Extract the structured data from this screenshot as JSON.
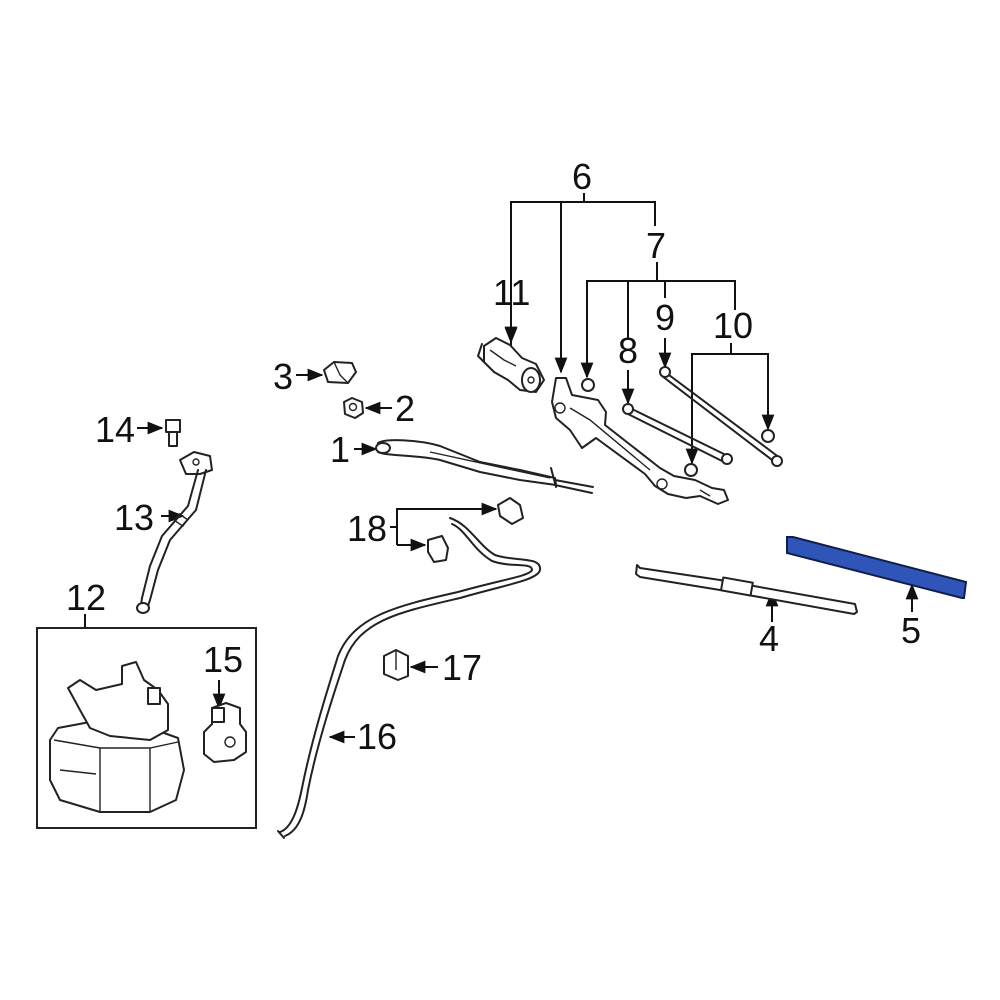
{
  "colors": {
    "highlight_fill": "#2f55b8",
    "highlight_stroke": "#101e4a",
    "line": "#222222",
    "text": "#111111"
  },
  "callouts": [
    {
      "id": "1",
      "text": "1"
    },
    {
      "id": "2",
      "text": "2"
    },
    {
      "id": "3",
      "text": "3"
    },
    {
      "id": "4",
      "text": "4"
    },
    {
      "id": "5",
      "text": "5"
    },
    {
      "id": "6",
      "text": "6"
    },
    {
      "id": "7",
      "text": "7"
    },
    {
      "id": "8",
      "text": "8"
    },
    {
      "id": "9",
      "text": "9"
    },
    {
      "id": "10",
      "text": "10"
    },
    {
      "id": "11",
      "text": "11"
    },
    {
      "id": "12",
      "text": "12"
    },
    {
      "id": "13",
      "text": "13"
    },
    {
      "id": "14",
      "text": "14"
    },
    {
      "id": "15",
      "text": "15"
    },
    {
      "id": "16",
      "text": "16"
    },
    {
      "id": "17",
      "text": "17"
    },
    {
      "id": "18",
      "text": "18"
    }
  ],
  "highlighted_part": "5"
}
